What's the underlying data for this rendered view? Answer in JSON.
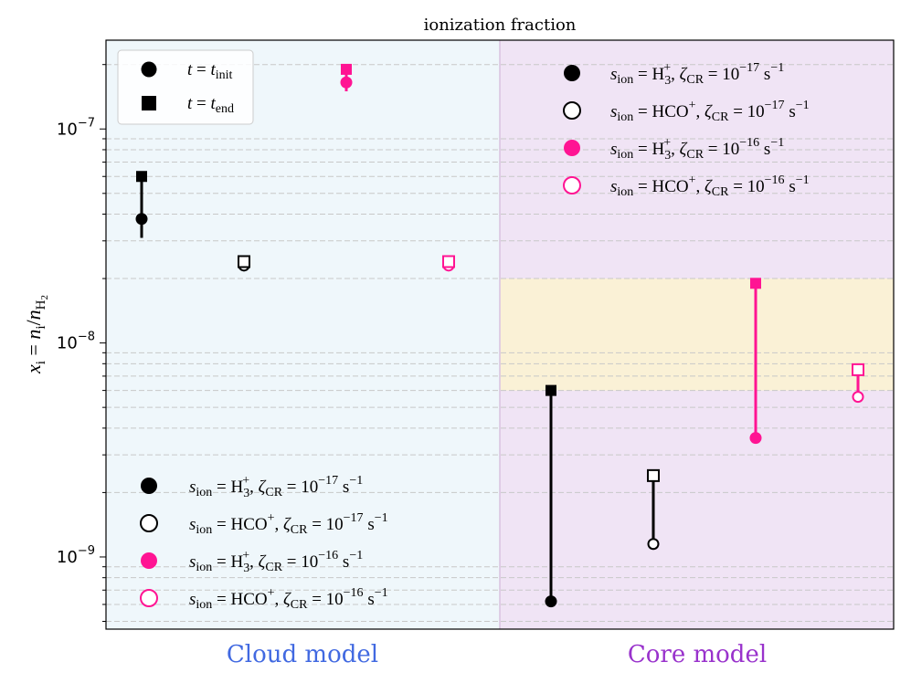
{
  "chart_data": {
    "type": "scatter",
    "title": "ionization fraction",
    "ylabel_math": {
      "var": "x",
      "var_sub": "i",
      "eq": " = ",
      "num": "n",
      "num_sub": "i",
      "slash": "/",
      "den": "n",
      "den_sub": "H",
      "den_subsub": "2"
    },
    "y_scale": "log",
    "ylim": [
      4.6e-10,
      2.6e-07
    ],
    "y_ticks": [
      {
        "value": 1e-09,
        "label_base": "10",
        "label_exp": "−9"
      },
      {
        "value": 1e-08,
        "label_base": "10",
        "label_exp": "−8"
      },
      {
        "value": 1e-07,
        "label_base": "10",
        "label_exp": "−7"
      }
    ],
    "grid": "horizontal dashed at minor log ticks",
    "regions": [
      {
        "name": "Cloud model",
        "color": "#4169e1",
        "background": "#eff7fb"
      },
      {
        "name": "Core model",
        "color": "#9932cc",
        "background": "#f0e4f5"
      }
    ],
    "shaded_band": {
      "region": "Core model",
      "y_range": [
        6e-09,
        2e-08
      ],
      "color": "#faf1d6"
    },
    "series": [
      {
        "region": "Cloud model",
        "s_ion": "H3+",
        "zeta_exp": "−17",
        "color": "#000000",
        "filled": true,
        "t_init": 3.8e-08,
        "t_end": 6e-08,
        "t_init_err_low": 3.1e-08
      },
      {
        "region": "Cloud model",
        "s_ion": "HCO+",
        "zeta_exp": "−17",
        "color": "#000000",
        "filled": false,
        "t_init": 2.3e-08,
        "t_end": 2.4e-08
      },
      {
        "region": "Cloud model",
        "s_ion": "H3+",
        "zeta_exp": "−16",
        "color": "#ff1493",
        "filled": true,
        "t_init": 1.65e-07,
        "t_end": 1.9e-07,
        "t_init_err_low": 1.5e-07
      },
      {
        "region": "Cloud model",
        "s_ion": "HCO+",
        "zeta_exp": "−16",
        "color": "#ff1493",
        "filled": false,
        "t_init": 2.3e-08,
        "t_end": 2.4e-08
      },
      {
        "region": "Core model",
        "s_ion": "H3+",
        "zeta_exp": "−17",
        "color": "#000000",
        "filled": true,
        "t_init": 6.2e-10,
        "t_end": 6e-09
      },
      {
        "region": "Core model",
        "s_ion": "HCO+",
        "zeta_exp": "−17",
        "color": "#000000",
        "filled": false,
        "t_init": 1.15e-09,
        "t_end": 2.4e-09
      },
      {
        "region": "Core model",
        "s_ion": "H3+",
        "zeta_exp": "−16",
        "color": "#ff1493",
        "filled": true,
        "t_init": 3.6e-09,
        "t_end": 1.9e-08
      },
      {
        "region": "Core model",
        "s_ion": "HCO+",
        "zeta_exp": "−16",
        "color": "#ff1493",
        "filled": false,
        "t_init": 5.6e-09,
        "t_end": 7.5e-09
      }
    ],
    "legend_marker": [
      {
        "marker": "circle",
        "t": "t",
        "eq": " = ",
        "t2": "t",
        "sub": "init"
      },
      {
        "marker": "square",
        "t": "t",
        "eq": " = ",
        "t2": "t",
        "sub": "end"
      }
    ],
    "legend_series": [
      {
        "color": "#000000",
        "filled": true,
        "s": "s",
        "s_sub": "ion",
        "eq": " = ",
        "ion": "H",
        "ion_sub": "3",
        "ion_sup": "+",
        "sep": ",  ",
        "zeta": "ζ",
        "zeta_sub": "CR",
        "eq2": " = ",
        "base": "10",
        "exp": "−17",
        "unit": " s",
        "unit_exp": "−1"
      },
      {
        "color": "#000000",
        "filled": false,
        "s": "s",
        "s_sub": "ion",
        "eq": " = ",
        "ion": "HCO",
        "ion_sub": "",
        "ion_sup": "+",
        "sep": ",  ",
        "zeta": "ζ",
        "zeta_sub": "CR",
        "eq2": " = ",
        "base": "10",
        "exp": "−17",
        "unit": " s",
        "unit_exp": "−1"
      },
      {
        "color": "#ff1493",
        "filled": true,
        "s": "s",
        "s_sub": "ion",
        "eq": " = ",
        "ion": "H",
        "ion_sub": "3",
        "ion_sup": "+",
        "sep": ",  ",
        "zeta": "ζ",
        "zeta_sub": "CR",
        "eq2": " = ",
        "base": "10",
        "exp": "−16",
        "unit": " s",
        "unit_exp": "−1"
      },
      {
        "color": "#ff1493",
        "filled": false,
        "s": "s",
        "s_sub": "ion",
        "eq": " = ",
        "ion": "HCO",
        "ion_sub": "",
        "ion_sup": "+",
        "sep": ",  ",
        "zeta": "ζ",
        "zeta_sub": "CR",
        "eq2": " = ",
        "base": "10",
        "exp": "−16",
        "unit": " s",
        "unit_exp": "−1"
      }
    ]
  }
}
